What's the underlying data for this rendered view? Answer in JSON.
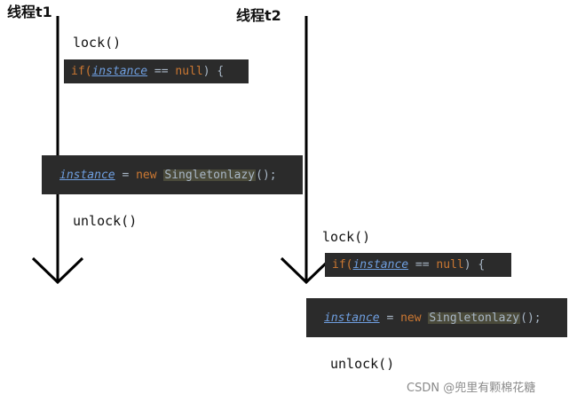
{
  "threads": [
    {
      "label": "线程t1"
    },
    {
      "label": "线程t2"
    }
  ],
  "t1": {
    "lock": "lock()",
    "if_kw": "if(",
    "if_field": "instance",
    "if_op": " == ",
    "if_null": "null",
    "if_close": ") {",
    "assign_field": "instance",
    "assign_op": " = ",
    "assign_new": "new",
    "assign_class": "Singletonlazy",
    "assign_end": "();",
    "unlock": "unlock()"
  },
  "t2": {
    "lock": "lock()",
    "if_kw": "if(",
    "if_field": "instance",
    "if_op": " == ",
    "if_null": "null",
    "if_close": ") {",
    "assign_field": "instance",
    "assign_op": " = ",
    "assign_new": "new",
    "assign_class": "Singletonlazy",
    "assign_end": "();",
    "unlock": "unlock()"
  },
  "watermark": "CSDN @兜里有颗棉花糖",
  "colors": {
    "code_bg": "#2b2b2b",
    "keyword": "#cc7832",
    "field": "#6f9fe0",
    "text": "#a9b7c6",
    "line": "#000000"
  }
}
